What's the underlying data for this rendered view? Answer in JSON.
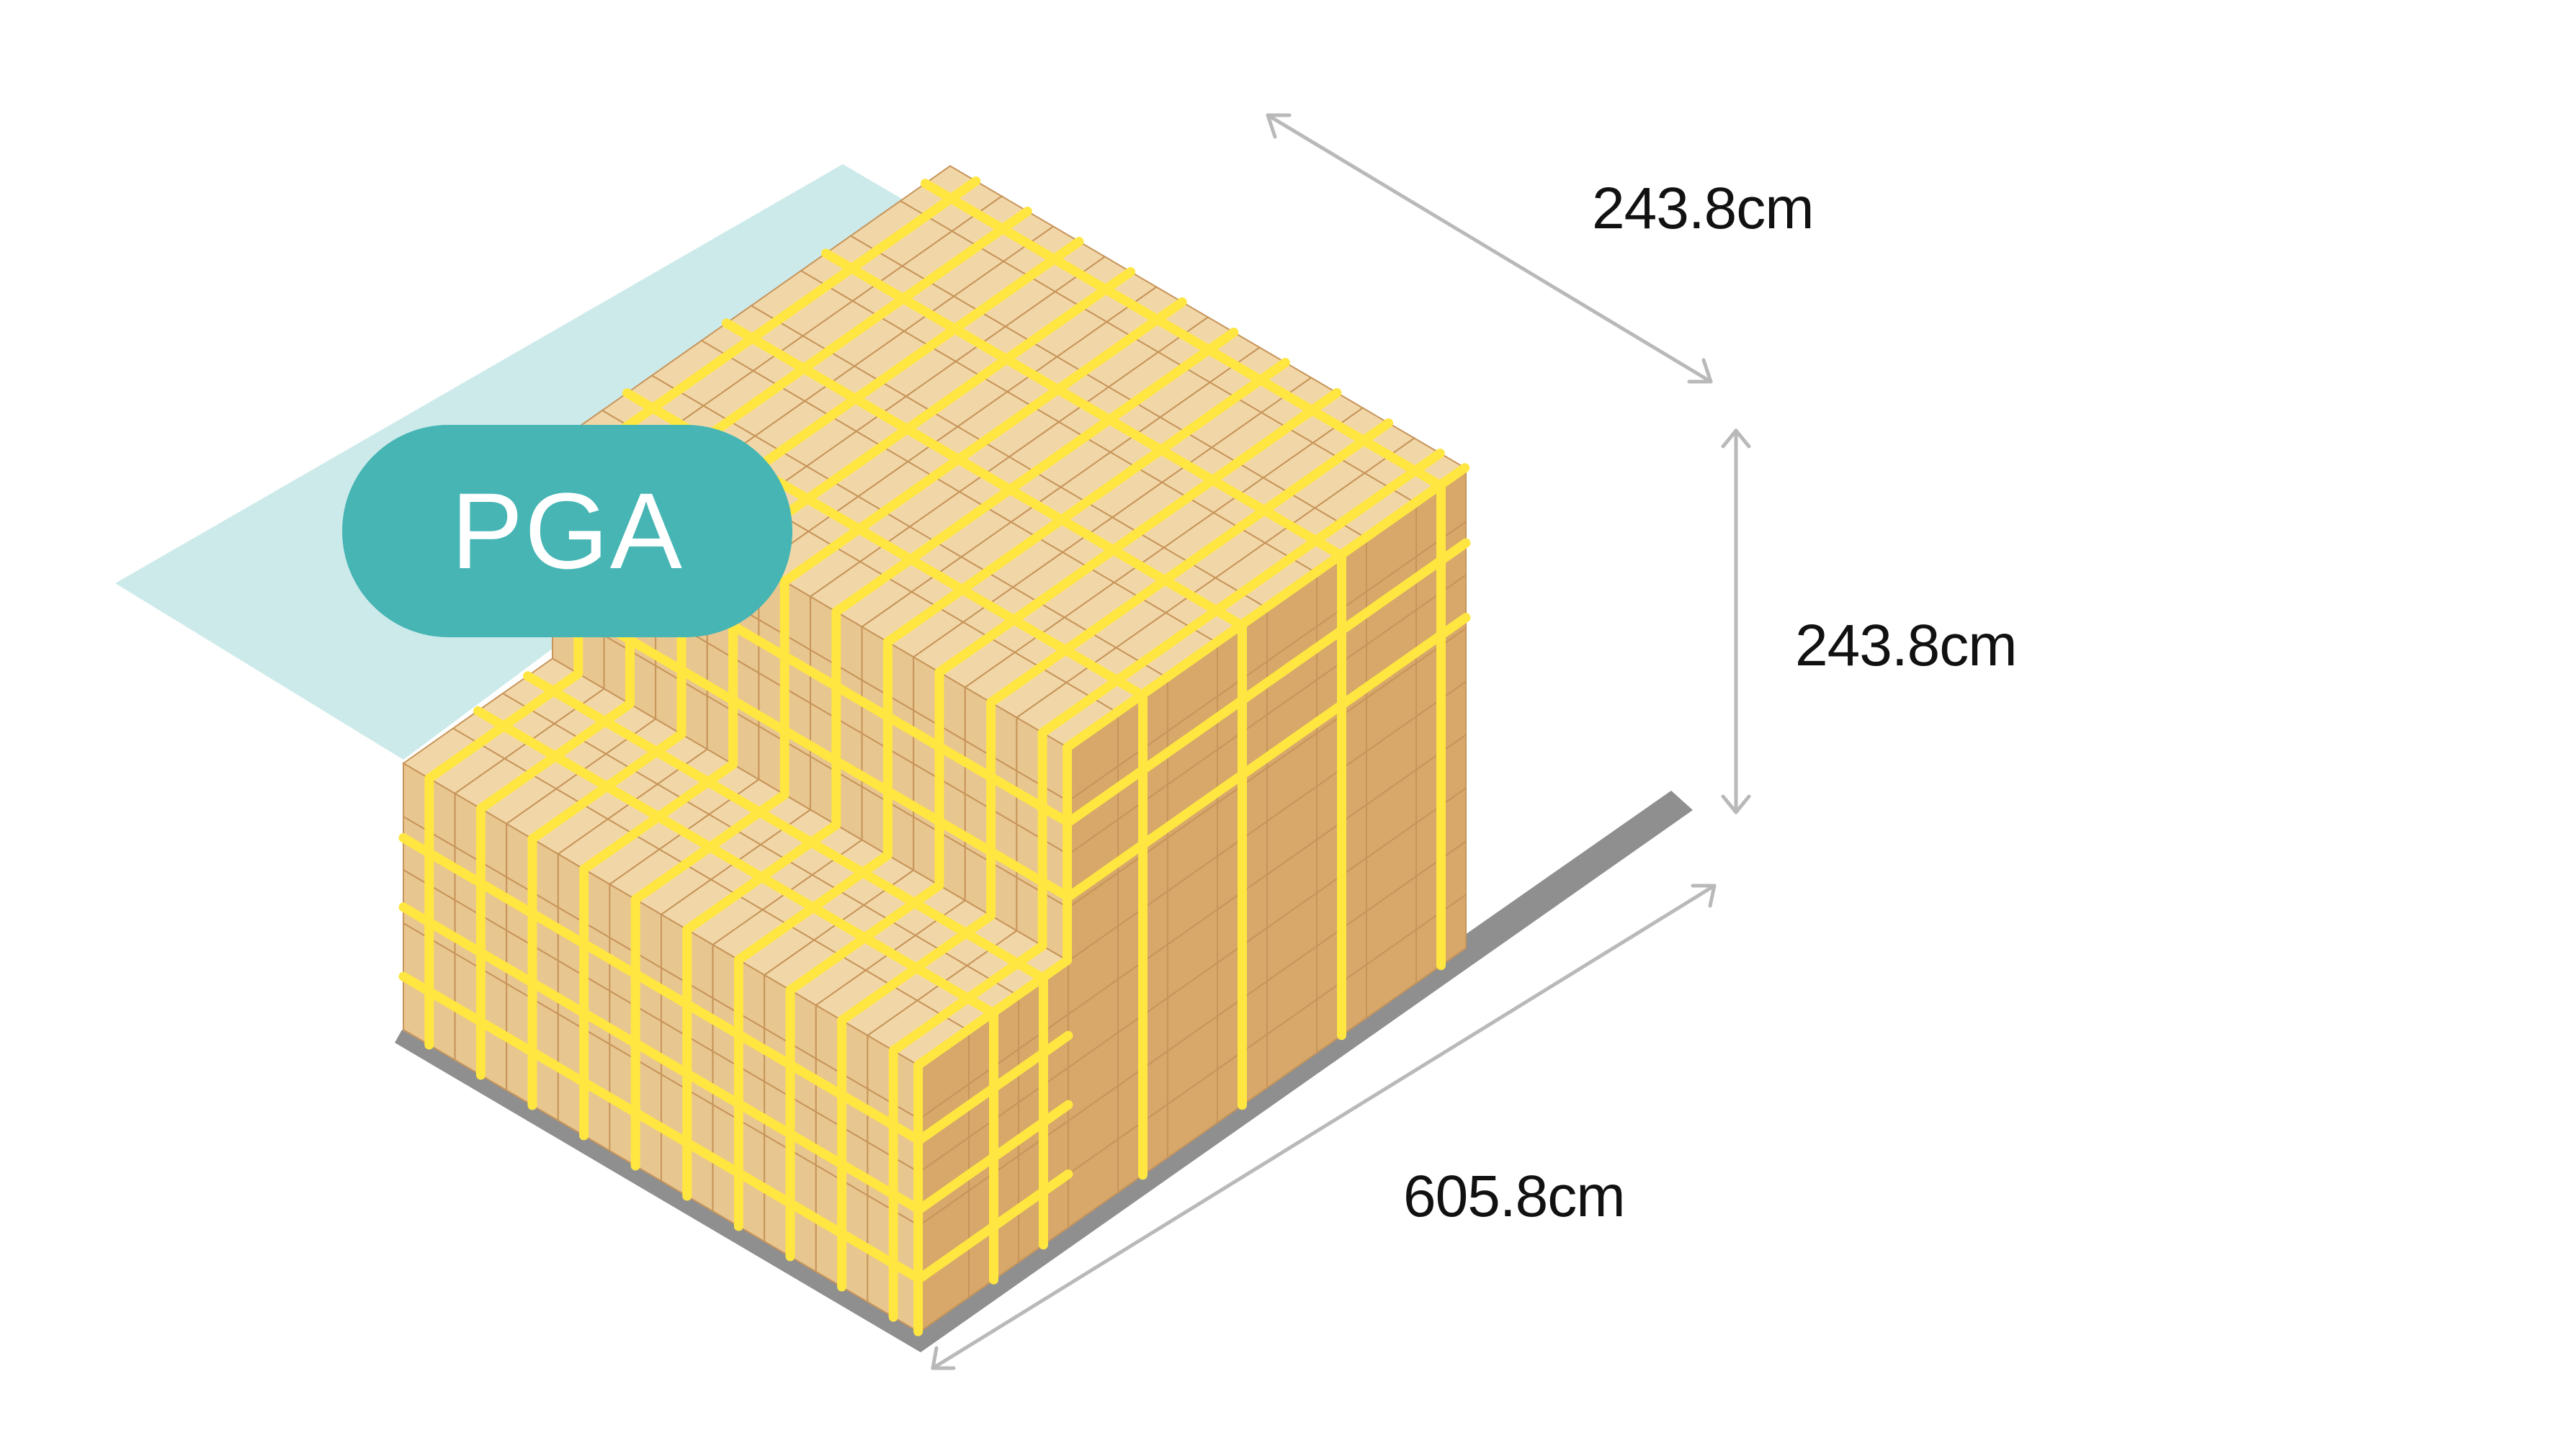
{
  "badge": {
    "label": "PGA"
  },
  "dimensions": {
    "width": "243.8cm",
    "height": "243.8cm",
    "length": "605.8cm"
  },
  "colors": {
    "background": "#ffffff",
    "badge_fill": "#46b5b4",
    "badge_text": "#ffffff",
    "plane": "#cdeaea",
    "box_top": "#f1d7a8",
    "box_left": "#e8c690",
    "box_right": "#d7a86a",
    "box_edge": "#c7955a",
    "strap": "#ffe640",
    "pallet": "#8f8f8f",
    "arrow": "#b9b9b9",
    "label_text": "#111111"
  },
  "icons": {
    "cargo_icon": "container-load-boxes-icon",
    "arrow_icon": "double-headed-arrow-icon"
  }
}
